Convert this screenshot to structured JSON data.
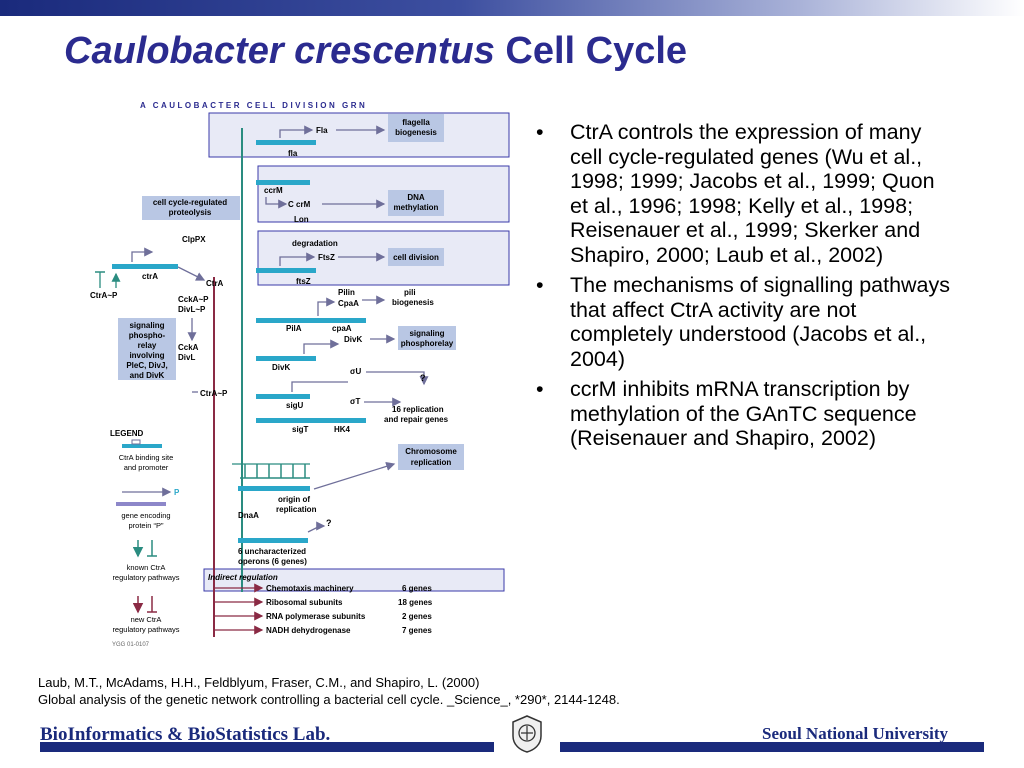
{
  "title": {
    "italic": "Caulobacter crescentus",
    "rest": "Cell Cycle"
  },
  "diagram": {
    "header": "A CAULOBACTER CELL DIVISION GRN",
    "labels": {
      "fla": "Fla",
      "fla_gene": "fla",
      "flagella": "flagella",
      "biogenesis": "biogenesis",
      "ccrm": "ccrM",
      "c_ccrm": "C crM",
      "dna": "DNA",
      "methylation": "methylation",
      "lon": "Lon",
      "cell_cycle_regulated": "cell cycle-regulated",
      "proteolysis": "proteolysis",
      "clpx": "ClpPX",
      "degradation": "degradation",
      "ftsz_protein": "FtsZ",
      "cell_division": "cell division",
      "ftsz_gene": "ftsZ",
      "ctra_gene": "ctrA",
      "ctra_protein": "CtrA",
      "ctra_p_left": "CtrA~P",
      "pilin": "Pilin",
      "cpaa_protein": "CpaA",
      "pili": "pili",
      "pili_biogenesis": "biogenesis",
      "ccka_p": "CckA~P",
      "divl_p": "DivL~P",
      "signaling1": "signaling",
      "phospho": "phospho-",
      "relay": "relay",
      "involving": "involving",
      "plec": "PleC, DivJ,",
      "and_divk": "and DivK",
      "ccka": "CckA",
      "divl": "DivL",
      "pila": "PilA",
      "cpaa_gene": "cpaA",
      "divk_protein": "DivK",
      "signaling2": "signaling",
      "phosphorelay": "phosphorelay",
      "divk_gene": "DivK",
      "sigma_u": "σU",
      "question1": "?",
      "ctra_p_mid": "CtrA~P",
      "sigu": "sigU",
      "sigma_t": "σT",
      "replication16": "16 replication",
      "repair_genes": "and repair genes",
      "sigt": "sigT",
      "hk4": "HK4",
      "legend": "LEGEND",
      "binding_site": "CtrA binding site",
      "and_promoter": "and promoter",
      "chromosome": "Chromosome",
      "replication": "replication",
      "p_label": "P",
      "origin_of": "origin of",
      "origin_replication": "replication",
      "gene_encoding": "gene encoding",
      "protein_p": "protein “P”",
      "dnaa": "DnaA",
      "question2": "?",
      "known_ctra": "known CtrA",
      "regulatory1": "regulatory pathways",
      "uncharacterized": "6 uncharacterized",
      "operons": "operons (6 genes)",
      "indirect": "Indirect regulation",
      "new_ctra": "new CtrA",
      "regulatory2": "regulatory pathways",
      "ygg": "YGG 01-0107"
    },
    "indirect_rows": [
      {
        "name": "Chemotaxis machinery",
        "count": "6 genes"
      },
      {
        "name": "Ribosomal subunits",
        "count": "18 genes"
      },
      {
        "name": "RNA polymerase subunits",
        "count": "2 genes"
      },
      {
        "name": "NADH dehydrogenase",
        "count": "7 genes"
      }
    ]
  },
  "bullets": [
    "CtrA controls the expression of many cell cycle-regulated genes (Wu et al., 1998; 1999; Jacobs et al., 1999; Quon et al., 1996; 1998; Kelly et al., 1998; Reisenauer et al., 1999; Skerker and Shapiro, 2000; Laub et al., 2002)",
    "The mechanisms of signalling pathways that affect CtrA activity are not completely understood (Jacobs et al., 2004)",
    "ccrM inhibits mRNA transcription by methylation of the GAnTC sequence (Reisenauer and Shapiro, 2002)"
  ],
  "reference": {
    "line1": "Laub, M.T., McAdams, H.H., Feldblyum, Fraser, C.M., and Shapiro, L. (2000)",
    "line2": "Global analysis of the genetic network controlling a bacterial cell cycle. _Science_, *290*, 2144-1248."
  },
  "footer": {
    "left": "BioInformatics & BioStatistics Lab.",
    "right": "Seoul National University"
  },
  "colors": {
    "title": "#2b2b8f",
    "navy": "#1a2a7c",
    "gene": "#2aa7c9",
    "protein": "#8d87c9",
    "arrow_known": "#2a8c80",
    "arrow_new": "#8a2a44",
    "box_border": "#3a3aa8",
    "box_fill": "#e8eaf6"
  }
}
